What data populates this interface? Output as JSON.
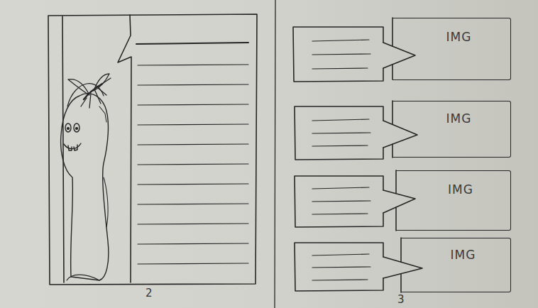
{
  "diagram": {
    "nodes": [
      {
        "text": [
          "IMG"
        ]
      },
      {
        "text": [
          "IMG"
        ]
      },
      {
        "text": [
          "IMG"
        ]
      },
      {
        "text": [
          "IMG"
        ]
      }
    ],
    "labels": [
      "2",
      "3"
    ]
  }
}
